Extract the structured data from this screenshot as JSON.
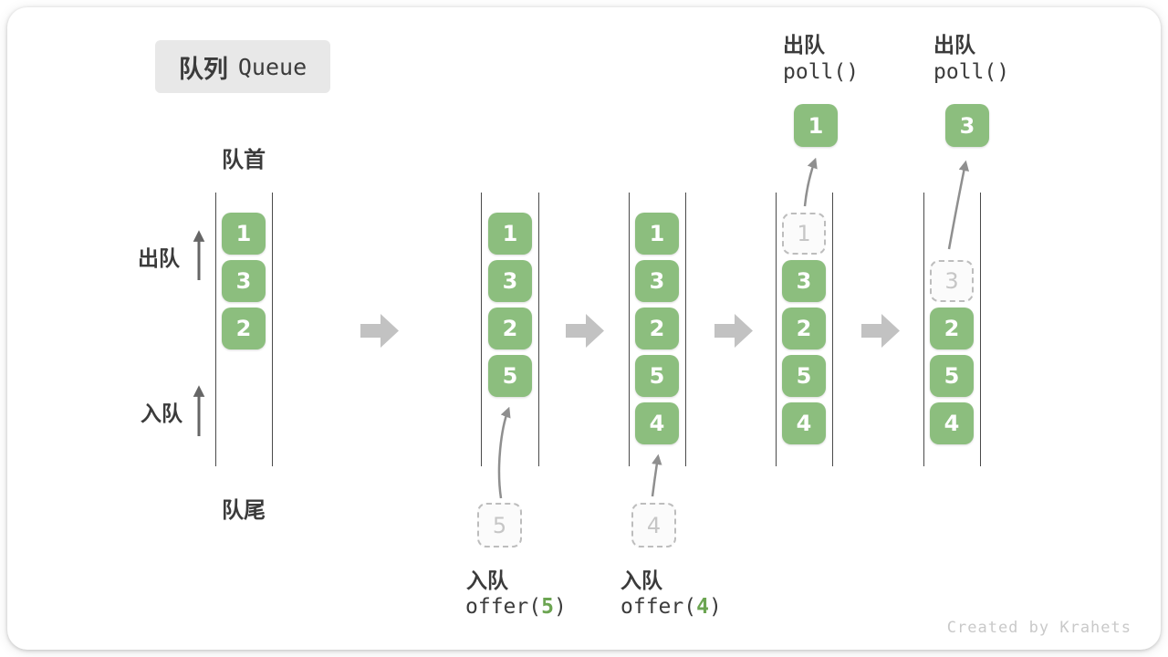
{
  "title": {
    "cn": "队列",
    "en": "Queue"
  },
  "labels": {
    "front": "队首",
    "rear": "队尾",
    "dequeue_side": "出队",
    "enqueue_side": "入队"
  },
  "ops": {
    "enqueue5": {
      "label": "入队",
      "code_pre": "offer(",
      "arg": "5",
      "code_post": ")"
    },
    "enqueue4": {
      "label": "入队",
      "code_pre": "offer(",
      "arg": "4",
      "code_post": ")"
    },
    "poll1": {
      "label": "出队",
      "code": "poll()",
      "value": "1"
    },
    "poll2": {
      "label": "出队",
      "code": "poll()",
      "value": "3"
    }
  },
  "queues": [
    {
      "cells": [
        "1",
        "3",
        "2"
      ]
    },
    {
      "cells": [
        "1",
        "3",
        "2",
        "5"
      ],
      "incoming": "5"
    },
    {
      "cells": [
        "1",
        "3",
        "2",
        "5",
        "4"
      ],
      "incoming": "4"
    },
    {
      "cells": [
        "3",
        "2",
        "5",
        "4"
      ],
      "removed": "1"
    },
    {
      "cells": [
        "2",
        "5",
        "4"
      ],
      "removed": "3"
    }
  ],
  "watermark": "Created by Krahets",
  "colors": {
    "element_green": "#8CBE7E",
    "code_arg_green": "#6CA552",
    "text_dark": "#3B3B3B",
    "ghost_gray": "#C6C6C6",
    "block_arrow_gray": "#C2C2C2"
  }
}
